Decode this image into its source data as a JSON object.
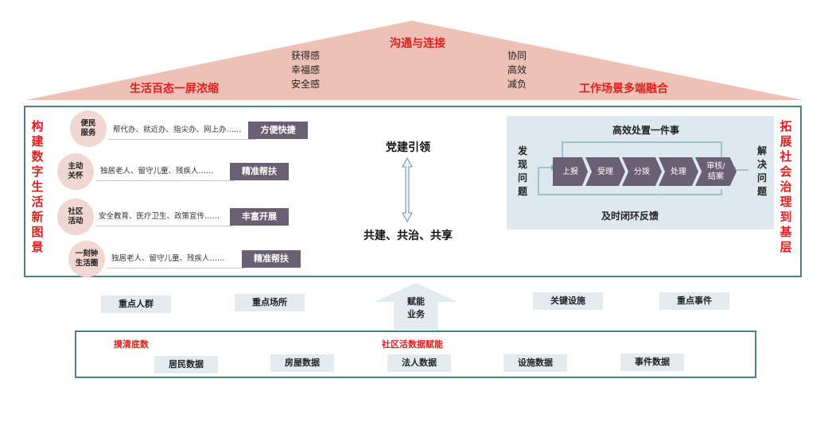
{
  "roof": {
    "title": "沟通与连接",
    "left_label": "生活百态一屏浓缩",
    "right_label": "工作场景多端融合",
    "left_stack": [
      "获得感",
      "幸福感",
      "安全感"
    ],
    "right_stack": [
      "协同",
      "高效",
      "减负"
    ],
    "color": "#edc1b5"
  },
  "left_vertical": "构建数字生活新图景",
  "right_vertical": "拓展社会治理到基层",
  "rows": [
    {
      "circle": "便民\n服务",
      "text": "帮代办、就近办、指尖办、网上办……",
      "tag": "方便快捷"
    },
    {
      "circle": "主动\n关怀",
      "text": "独居老人、留守儿童、残疾人……",
      "tag": "精准帮扶"
    },
    {
      "circle": "社区\n活动",
      "text": "安全教育、医疗卫生、政策宣传……",
      "tag": "丰富开展"
    },
    {
      "circle": "一刻钟\n生活圈",
      "text": "独居老人、留守儿童、残疾人……",
      "tag": "精准帮扶"
    }
  ],
  "center": {
    "top": "党建引领",
    "bottom": "共建、共治、共享"
  },
  "panel": {
    "title": "高效处置一件事",
    "bottom": "及时闭环反馈",
    "left_side": "发现问题",
    "right_side": "解决问题",
    "steps": [
      "上报",
      "受理",
      "分拨",
      "处理",
      "审核/\n结案"
    ]
  },
  "groups": [
    "重点人群",
    "重点场所",
    "关键设施",
    "重点事件"
  ],
  "arrow_label": "赋能\n业务",
  "bottom": {
    "left_label": "摸清底数",
    "center_label": "社区活数据赋能",
    "items": [
      "居民数据",
      "房屋数据",
      "法人数据",
      "设施数据",
      "事件数据"
    ]
  }
}
